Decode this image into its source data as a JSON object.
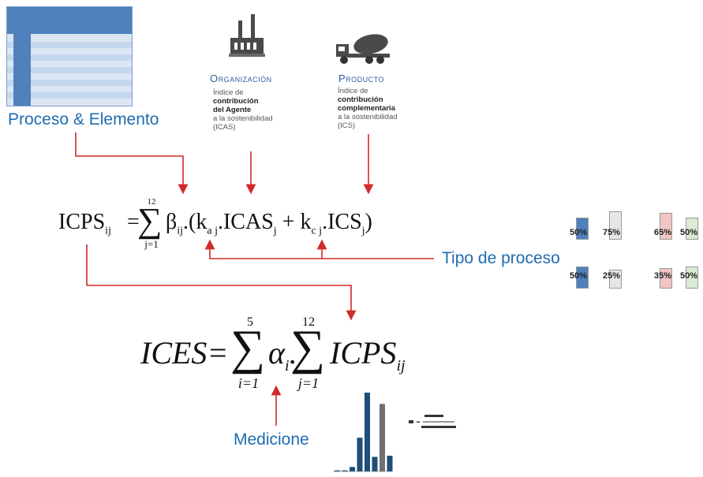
{
  "proceso_elemento": {
    "label": "Proceso & Elemento"
  },
  "organizacion": {
    "title": "Organización",
    "desc_line1": "Índice de",
    "desc_bold1": "contribución",
    "desc_bold2": "del Agente",
    "desc_line2": "a la sostenibilidad",
    "desc_line3": "(ICAS)",
    "icon": "factory-icon"
  },
  "producto": {
    "title": "Producto",
    "desc_line1": "Índice de",
    "desc_bold1": "contribución",
    "desc_bold2": "complementaria",
    "desc_line2": "a la sostenibilidad",
    "desc_line3": "(ICS)",
    "icon": "concrete-mixer-truck-icon"
  },
  "formula_icps": {
    "lhs": "ICPS",
    "lhs_sub": "ij",
    "sum_upper": "12",
    "sum_lower": "j=1",
    "body_a": "β",
    "body_a_sub": "ij",
    "body_b": ".(k",
    "body_b_sub": "a j",
    "body_c": ".ICAS",
    "body_c_sub": "j",
    "body_d": " + k",
    "body_d_sub": "c j",
    "body_e": ".ICS",
    "body_e_sub": "j",
    "body_f": ")"
  },
  "tipo_proceso": {
    "label": "Tipo de proceso",
    "row1": [
      "50%",
      "75%",
      "65%",
      "50%"
    ],
    "row2": [
      "50%",
      "25%",
      "35%",
      "50%"
    ],
    "colors": [
      "#4f81bd",
      "#d9d9d9",
      "#f2b8b8",
      "#d8ebd0"
    ]
  },
  "formula_ices": {
    "lhs": "ICES",
    "eq": "=",
    "sum1_upper": "5",
    "sum1_lower": "i=1",
    "alpha": "α",
    "alpha_sub": "i",
    "dot": ".",
    "sum2_upper": "12",
    "sum2_lower": "j=1",
    "icps": "ICPS",
    "icps_sub": "ij"
  },
  "mediciones": {
    "label": "Medicione"
  },
  "mini_chart": {
    "values": [
      1,
      1,
      4,
      30,
      70,
      13,
      60,
      14
    ],
    "colors": [
      "#1f4e79",
      "#1f4e79",
      "#1f4e79",
      "#1f4e79",
      "#1f4e79",
      "#1f4e79",
      "#707070",
      "#1f4e79"
    ]
  }
}
